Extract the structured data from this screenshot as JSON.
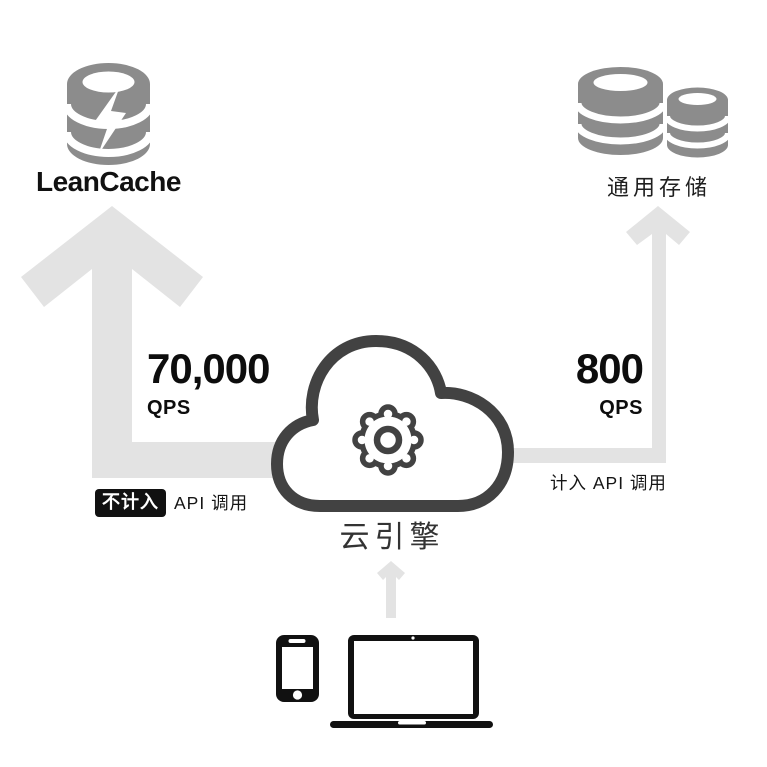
{
  "colors": {
    "arrow": "#e3e3e3",
    "db_gray": "#8c8c8c",
    "dark": "#424242",
    "ink": "#111111",
    "badge_bg": "#111111",
    "badge_text": "#ffffff"
  },
  "nodes": {
    "leancache": {
      "label": "LeanCache"
    },
    "general_storage": {
      "label": "通用存储"
    },
    "cloud_engine": {
      "label": "云引擎"
    }
  },
  "flows": {
    "to_leancache": {
      "qps": "70,000",
      "unit": "QPS",
      "badge": "不计入",
      "note": "API 调用"
    },
    "to_storage": {
      "qps": "800",
      "unit": "QPS",
      "note": "计入 API 调用"
    }
  }
}
